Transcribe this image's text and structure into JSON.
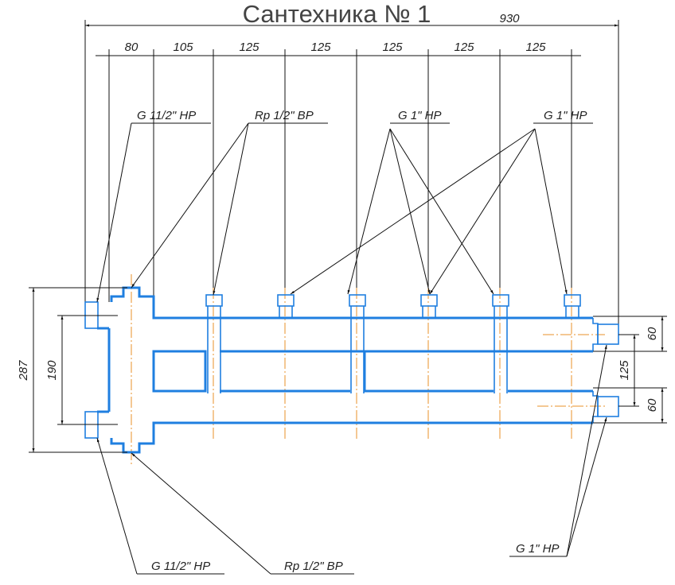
{
  "title": "Сантехника № 1",
  "dimensions": {
    "overall": "930",
    "chain": [
      "80",
      "105",
      "125",
      "125",
      "125",
      "125",
      "125"
    ],
    "left_outer": "287",
    "left_inner": "190",
    "right_top": "60",
    "right_mid": "125",
    "right_bottom": "60"
  },
  "labels": {
    "top_left": "G 11/2\" НР",
    "top_rp": "Rp 1/2\" ВР",
    "top_g1_a": "G 1\" НР",
    "top_g1_b": "G 1\" НР",
    "bottom_left": "G 11/2\" НР",
    "bottom_rp": "Rp 1/2\" ВР",
    "bottom_right": "G 1\" НР"
  },
  "colors": {
    "body": "#1f7fe0",
    "axis": "#e8922a",
    "lines": "#111111"
  }
}
